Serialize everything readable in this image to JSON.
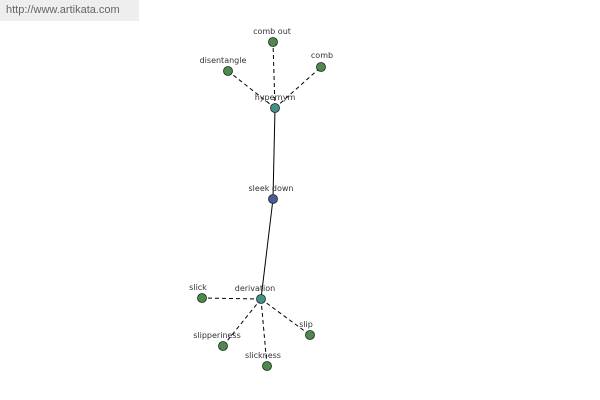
{
  "watermark": {
    "url": "http://www.artikata.com"
  },
  "colors": {
    "background": "#ffffff",
    "watermark_bg": "#eeeeee",
    "watermark_text": "#666666",
    "edge": "#000000",
    "center_node": "#4b5a9b",
    "hub_node": "#43908a",
    "leaf_node": "#4c8a4c",
    "node_outline": "#222222",
    "label": "#333333"
  },
  "graph": {
    "center": {
      "label": "sleek down"
    },
    "hubs": [
      {
        "id": "hypernym",
        "label": "hypernym"
      },
      {
        "id": "derivation",
        "label": "derivation"
      }
    ],
    "leaves": [
      {
        "hub": "hypernym",
        "label": "comb out"
      },
      {
        "hub": "hypernym",
        "label": "disentangle"
      },
      {
        "hub": "hypernym",
        "label": "comb"
      },
      {
        "hub": "derivation",
        "label": "slick"
      },
      {
        "hub": "derivation",
        "label": "slipperiness"
      },
      {
        "hub": "derivation",
        "label": "slickness"
      },
      {
        "hub": "derivation",
        "label": "slip"
      }
    ]
  }
}
